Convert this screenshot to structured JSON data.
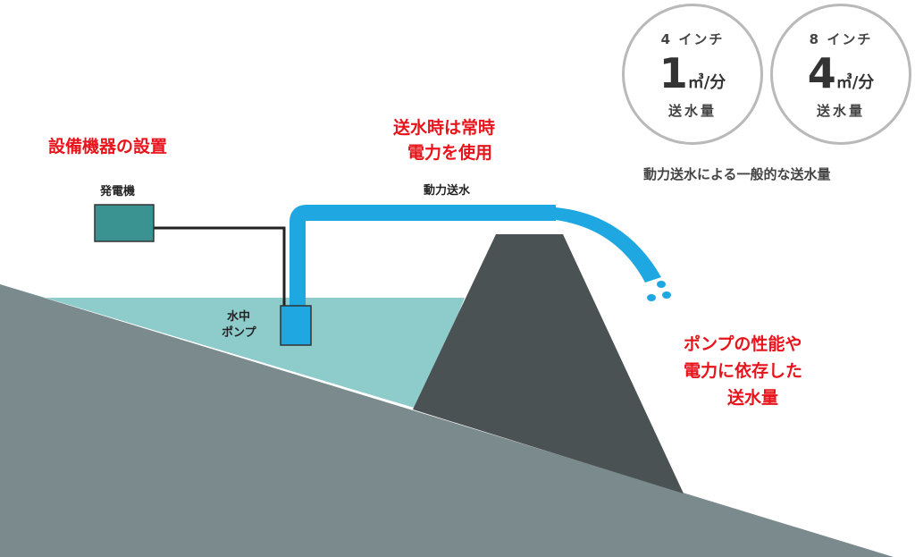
{
  "labels": {
    "equipment_title": "設備機器の設置",
    "generator": "発電機",
    "pump_line1": "水中",
    "pump_line2": "ポンプ",
    "power_note_line1": "送水時は常時",
    "power_note_line2": "電力を使用",
    "pipe": "動力送水",
    "result_line1": "ポンプの性能や",
    "result_line2": "電力に依存した",
    "result_line3": "送水量",
    "caption": "動力送水による一般的な送水量"
  },
  "circles": [
    {
      "size": "4 インチ",
      "value": "1",
      "unit": "㎥/分",
      "label": "送水量"
    },
    {
      "size": "8 インチ",
      "value": "4",
      "unit": "㎥/分",
      "label": "送水量"
    }
  ],
  "colors": {
    "ground": "#7b8a8d",
    "dam": "#4b5253",
    "water": "#8ecbcb",
    "pipe": "#1ea7e1",
    "generator": "#3a9391",
    "accent_red": "#e8141c"
  }
}
